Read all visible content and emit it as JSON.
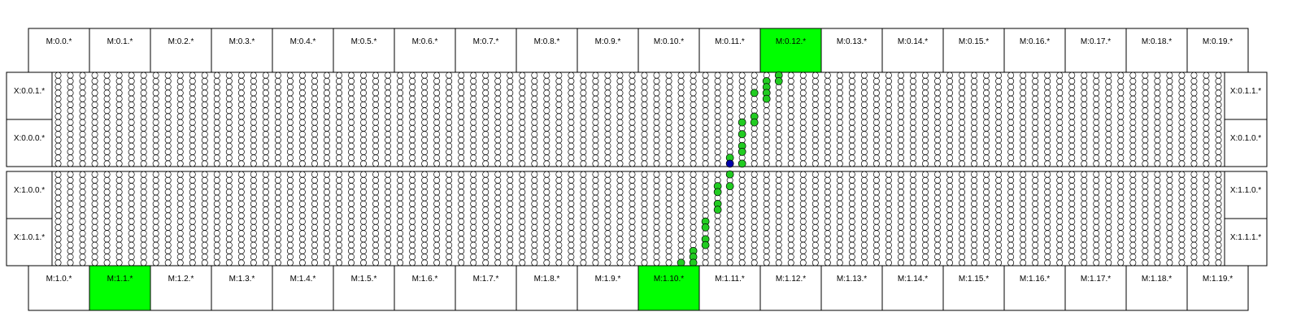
{
  "colors": {
    "background": "#ffffff",
    "border": "#000000",
    "highlight": "#00ff00",
    "path_node": "#22cc22",
    "origin_node": "#0000aa",
    "grid_node": "#ffffff"
  },
  "top_row": {
    "labels": [
      "M:0.0.*",
      "M:0.1.*",
      "M:0.2.*",
      "M:0.3.*",
      "M:0.4.*",
      "M:0.5.*",
      "M:0.6.*",
      "M:0.7.*",
      "M:0.8.*",
      "M:0.9.*",
      "M:0.10.*",
      "M:0.11.*",
      "M:0.12.*",
      "M:0.13.*",
      "M:0.14.*",
      "M:0.15.*",
      "M:0.16.*",
      "M:0.17.*",
      "M:0.18.*",
      "M:0.19.*"
    ],
    "highlighted": [
      12
    ]
  },
  "bottom_row": {
    "labels": [
      "M:1.0.*",
      "M:1.1.*",
      "M:1.2.*",
      "M:1.3.*",
      "M:1.4.*",
      "M:1.5.*",
      "M:1.6.*",
      "M:1.7.*",
      "M:1.8.*",
      "M:1.9.*",
      "M:1.10.*",
      "M:1.11.*",
      "M:1.12.*",
      "M:1.13.*",
      "M:1.14.*",
      "M:1.15.*",
      "M:1.16.*",
      "M:1.17.*",
      "M:1.18.*",
      "M:1.19.*"
    ],
    "highlighted": [
      1,
      10
    ]
  },
  "side_labels": {
    "left": [
      "X:0.0.1.*",
      "X:0.0.0.*",
      "X:1.0.0.*",
      "X:1.0.1.*"
    ],
    "right": [
      "X:0.1.1.*",
      "X:0.1.0.*",
      "X:1.1.0.*",
      "X:1.1.1.*"
    ]
  },
  "mesh": {
    "columns": 96,
    "rows_per_block": 16,
    "blocks": 2,
    "origin_node": {
      "block": 0,
      "row": 15,
      "col": 55
    },
    "path_nodes": [
      {
        "block": 0,
        "row": 0,
        "col": 59
      },
      {
        "block": 0,
        "row": 1,
        "col": 58
      },
      {
        "block": 0,
        "row": 1,
        "col": 59
      },
      {
        "block": 0,
        "row": 2,
        "col": 58
      },
      {
        "block": 0,
        "row": 3,
        "col": 57
      },
      {
        "block": 0,
        "row": 3,
        "col": 58
      },
      {
        "block": 0,
        "row": 4,
        "col": 58
      },
      {
        "block": 0,
        "row": 7,
        "col": 57
      },
      {
        "block": 0,
        "row": 8,
        "col": 56
      },
      {
        "block": 0,
        "row": 8,
        "col": 57
      },
      {
        "block": 0,
        "row": 10,
        "col": 56
      },
      {
        "block": 0,
        "row": 12,
        "col": 56
      },
      {
        "block": 0,
        "row": 13,
        "col": 56
      },
      {
        "block": 0,
        "row": 14,
        "col": 55
      },
      {
        "block": 0,
        "row": 15,
        "col": 56
      },
      {
        "block": 1,
        "row": 0,
        "col": 55
      },
      {
        "block": 1,
        "row": 2,
        "col": 54
      },
      {
        "block": 1,
        "row": 2,
        "col": 55
      },
      {
        "block": 1,
        "row": 3,
        "col": 54
      },
      {
        "block": 1,
        "row": 5,
        "col": 54
      },
      {
        "block": 1,
        "row": 6,
        "col": 54
      },
      {
        "block": 1,
        "row": 8,
        "col": 53
      },
      {
        "block": 1,
        "row": 9,
        "col": 53
      },
      {
        "block": 1,
        "row": 11,
        "col": 53
      },
      {
        "block": 1,
        "row": 12,
        "col": 53
      },
      {
        "block": 1,
        "row": 13,
        "col": 52
      },
      {
        "block": 1,
        "row": 14,
        "col": 52
      },
      {
        "block": 1,
        "row": 15,
        "col": 51
      },
      {
        "block": 1,
        "row": 15,
        "col": 52
      }
    ]
  }
}
